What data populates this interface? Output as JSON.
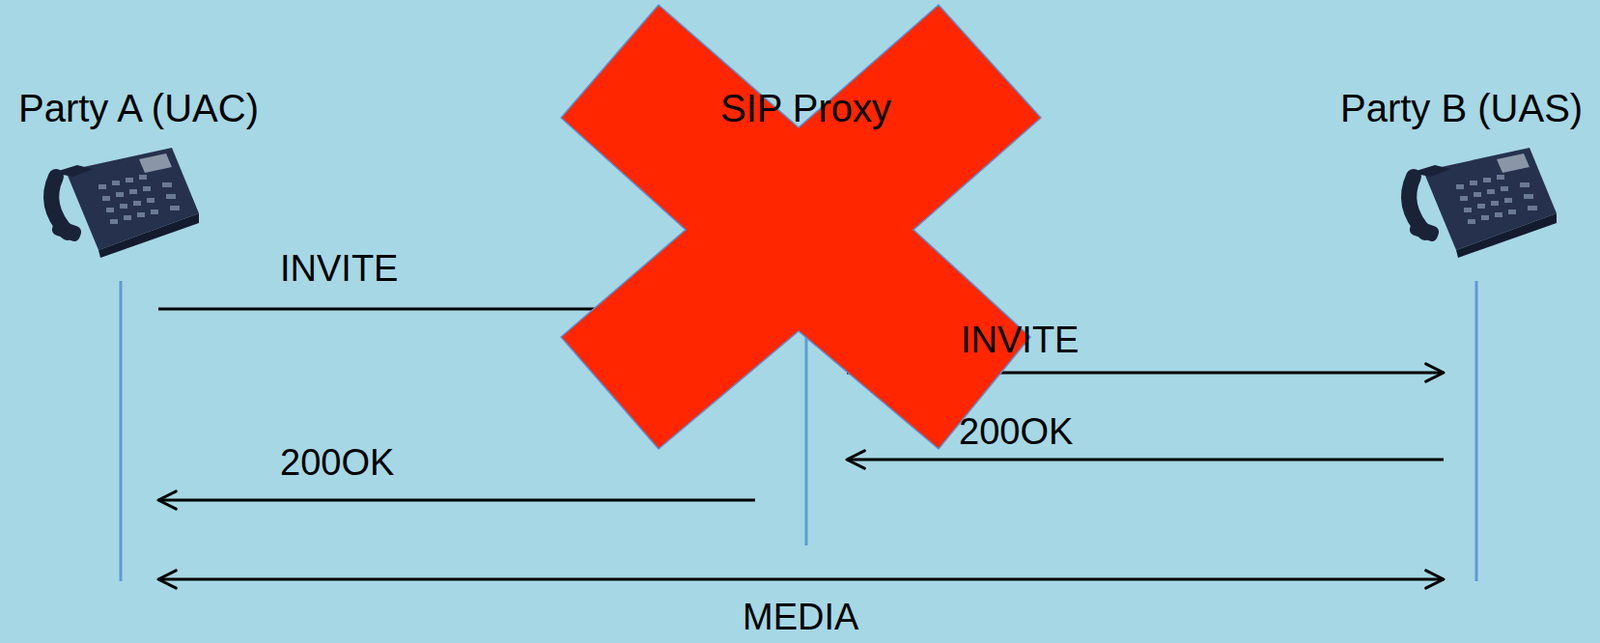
{
  "diagram": {
    "nodes": [
      {
        "text": [
          "Party A (UAC)"
        ]
      },
      {
        "text": [
          "SIP Proxy"
        ]
      },
      {
        "text": [
          "Party B (UAS)"
        ]
      }
    ],
    "edges": [
      {
        "from": 0,
        "to": 1,
        "arrow": "to",
        "label": "INVITE"
      },
      {
        "from": 1,
        "to": 2,
        "arrow": "to",
        "label": "INVITE"
      },
      {
        "from": 2,
        "to": 1,
        "arrow": "to",
        "label": "200OK"
      },
      {
        "from": 1,
        "to": 0,
        "arrow": "to",
        "label": "200OK"
      },
      {
        "from": 0,
        "to": 2,
        "arrow": "both",
        "label": "MEDIA"
      }
    ]
  }
}
